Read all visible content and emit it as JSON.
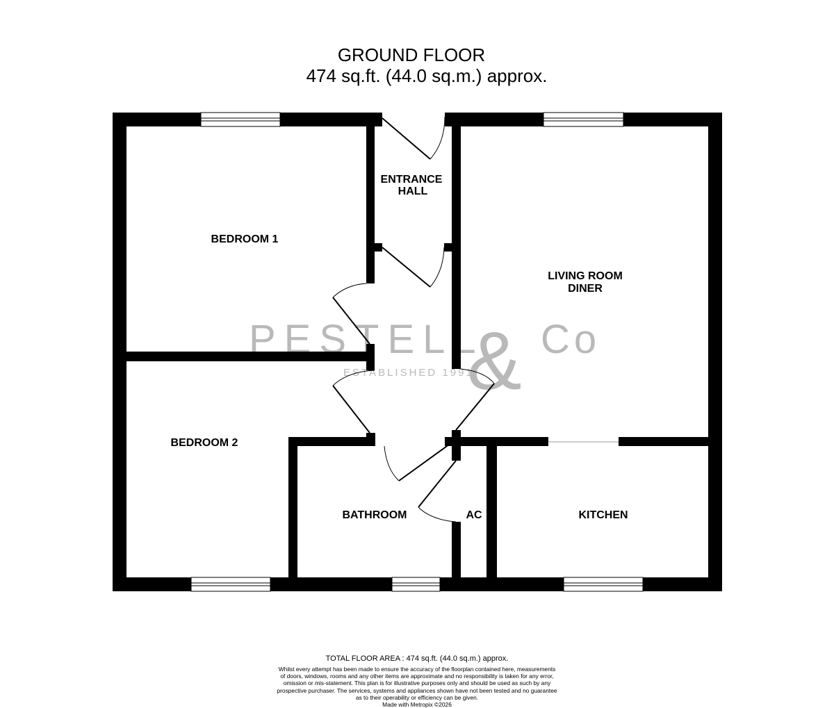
{
  "header": {
    "floor_name": "GROUND FLOOR",
    "floor_area": "474 sq.ft. (44.0 sq.m.) approx."
  },
  "rooms": {
    "bedroom_1": "BEDROOM 1",
    "entrance_hall_line1": "ENTRANCE",
    "entrance_hall_line2": "HALL",
    "living_room_line1": "LIVING ROOM",
    "living_room_line2": "DINER",
    "bedroom_2": "BEDROOM 2",
    "bathroom": "BATHROOM",
    "ac": "AC",
    "kitchen": "KITCHEN"
  },
  "watermark": {
    "brand_left": "PESTELL",
    "brand_amp": "&",
    "brand_right": "Co",
    "tagline": "ESTABLISHED 1991",
    "color": "#b9b9b9"
  },
  "footer": {
    "total_area": "TOTAL FLOOR AREA : 474 sq.ft. (44.0 sq.m.) approx.",
    "disclaimer_lines": [
      "Whilst every attempt has been made to ensure the accuracy of the floorplan contained here, measurements",
      "of doors, windows, rooms and any other items are approximate and no responsibility is taken for any error,",
      "omission or mis-statement. This plan is for illustrative purposes only and should be used as such by any",
      "prospective purchaser. The services, systems and appliances shown have not been tested and no guarantee",
      "as to their operability or efficiency can be given.",
      "Made with Metropix ©2026"
    ]
  },
  "colors": {
    "wall": "#000000",
    "background": "#ffffff"
  }
}
